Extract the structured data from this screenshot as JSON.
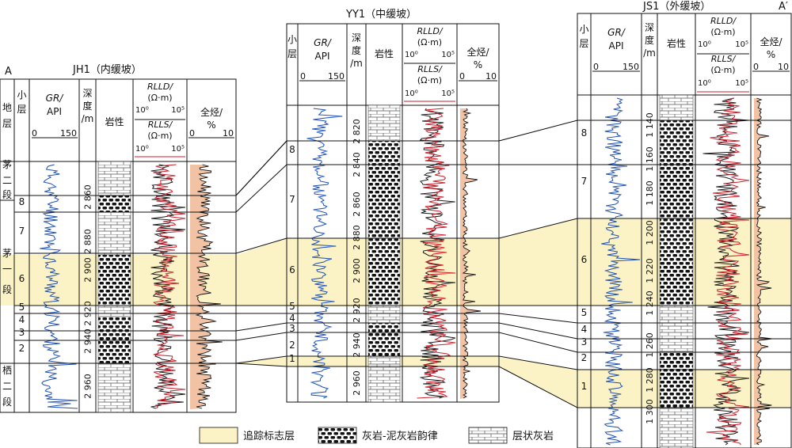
{
  "colors": {
    "marker": "#fbf3c5",
    "gr": "#1f4fb4",
    "rlld": "#cc1d2a",
    "rlls": "#1a1a1a",
    "gas_fill": "#f1c2a4",
    "line": "#111111"
  },
  "endpoints": {
    "left": "A",
    "right": "A′"
  },
  "legend": [
    {
      "key": "marker",
      "label": "追踪标志层"
    },
    {
      "key": "rhythm",
      "label": "灰岩-泥灰岩韵律"
    },
    {
      "key": "layered",
      "label": "层状灰岩"
    }
  ],
  "headers": {
    "formation": "地层",
    "layer": "小层",
    "depth": "深度/m",
    "lith": "岩性",
    "gr_name": "GR/",
    "gr_unit": "API",
    "gr_min": "0",
    "gr_max": "150",
    "rlld_name": "RLLD/",
    "rlls_name": "RLLS/",
    "res_unit": "(Ω·m)",
    "res_min": "10⁰",
    "res_max": "10⁵",
    "gas_name": "全烃/",
    "gas_unit": "%",
    "gas_min": "0",
    "gas_max": "10"
  },
  "wells": [
    {
      "id": "jh1",
      "name": "JH1（内缓坡）",
      "formations": [
        {
          "label": "茅二段"
        },
        {
          "label": "茅一段"
        },
        {
          "label": "栖二段"
        }
      ],
      "layers": [
        "8",
        "7",
        "6",
        "5",
        "4",
        "3",
        "2"
      ],
      "depth_ticks": [
        "2 860",
        "2 880",
        "2 900",
        "2 920",
        "2 940",
        "2 960"
      ]
    },
    {
      "id": "yy1",
      "name": "YY1（中缓坡）",
      "layers": [
        "8",
        "7",
        "6",
        "5",
        "4",
        "3",
        "2",
        "1"
      ],
      "depth_ticks": [
        "2 820",
        "2 840",
        "2 860",
        "2 880",
        "2 900",
        "2 920",
        "2 940",
        "2 960"
      ]
    },
    {
      "id": "js1",
      "name": "JS1（外缓坡）",
      "layers": [
        "8",
        "7",
        "6",
        "5",
        "4",
        "3",
        "2",
        "1"
      ],
      "depth_ticks": [
        "1 140",
        "1 160",
        "1 180",
        "1 200",
        "1 220",
        "1 240",
        "1 260",
        "1 280",
        "1 300"
      ]
    }
  ]
}
